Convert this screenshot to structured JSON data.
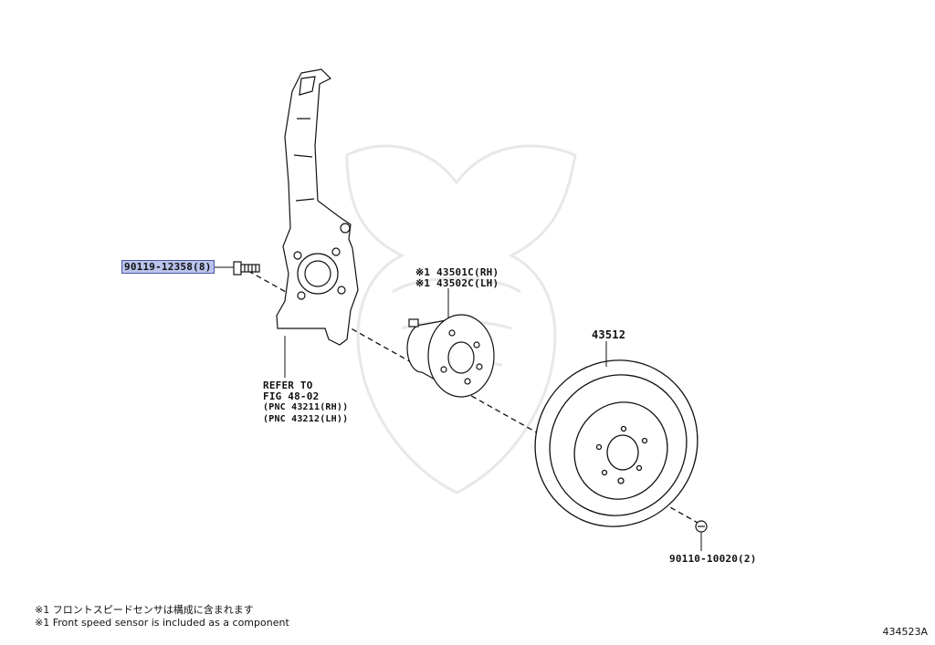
{
  "labels": {
    "bolt_part": "90119-12358(8)",
    "refer_line1": "REFER TO",
    "refer_line2": "FIG 48-02",
    "refer_line3": "(PNC 43211(RH))",
    "refer_line4": "(PNC 43212(LH))",
    "hub_rh": "※1 43501C(RH)",
    "hub_lh": "※1 43502C(LH)",
    "disc_part": "43512",
    "screw_part": "90110-10020(2)"
  },
  "notes": {
    "jp": "※1 フロントスピードセンサは構成に含まれます",
    "en": "※1 Front speed sensor is included  as a component"
  },
  "figure_number": "434523A",
  "colors": {
    "highlight": "#b9c3ec",
    "line": "#111111",
    "watermark": "#ececec"
  }
}
